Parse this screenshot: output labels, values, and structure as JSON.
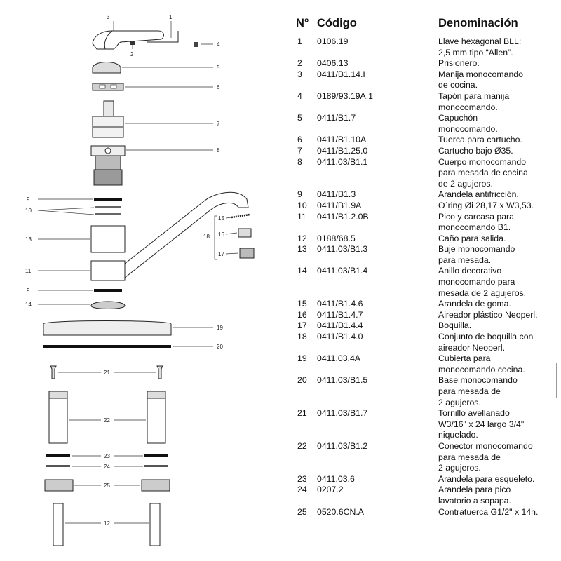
{
  "table": {
    "headers": {
      "no": "N°",
      "code": "Código",
      "name": "Denominación"
    },
    "rows": [
      {
        "no": "1",
        "code": "0106.19",
        "name": "Llave hexagonal BLL:\n2,5 mm tipo “Allen”."
      },
      {
        "no": "2",
        "code": "0406.13",
        "name": "Prisionero."
      },
      {
        "no": "3",
        "code": "0411/B1.14.I",
        "name": "Manija monocomando\nde cocina."
      },
      {
        "no": "4",
        "code": "0189/93.19A.1",
        "name": "Tapón para manija\nmonocomando."
      },
      {
        "no": "5",
        "code": "0411/B1.7",
        "name": "Capuchón\nmonocomando."
      },
      {
        "no": "6",
        "code": "0411/B1.10A",
        "name": "Tuerca para cartucho."
      },
      {
        "no": "7",
        "code": "0411/B1.25.0",
        "name": "Cartucho bajo Ø35."
      },
      {
        "no": "8",
        "code": "0411.03/B1.1",
        "name": "Cuerpo monocomando\npara mesada de cocina\nde 2 agujeros."
      },
      {
        "no": "9",
        "code": "0411/B1.3",
        "name": "Arandela antifricción."
      },
      {
        "no": "10",
        "code": "0411/B1.9A",
        "name": "O´ring Øi 28,17 x W3,53."
      },
      {
        "no": "11",
        "code": "0411/B1.2.0B",
        "name": "Pico y carcasa para\nmonocomando B1."
      },
      {
        "no": "12",
        "code": "0188/68.5",
        "name": "Caño para salida."
      },
      {
        "no": "13",
        "code": "0411.03/B1.3",
        "name": "Buje monocomando\npara mesada."
      },
      {
        "no": "14",
        "code": "0411.03/B1.4",
        "name": "Anillo decorativo\nmonocomando para\nmesada de 2 agujeros."
      },
      {
        "no": "15",
        "code": "0411/B1.4.6",
        "name": "Arandela de goma."
      },
      {
        "no": "16",
        "code": "0411/B1.4.7",
        "name": "Aireador plástico Neoperl."
      },
      {
        "no": "17",
        "code": "0411/B1.4.4",
        "name": "Boquilla."
      },
      {
        "no": "18",
        "code": "0411/B1.4.0",
        "name": "Conjunto de boquilla con\naireador Neoperl."
      },
      {
        "no": "19",
        "code": "0411.03.4A",
        "name": "Cubierta para\nmonocomando cocina."
      },
      {
        "no": "20",
        "code": "0411.03/B1.5",
        "name": "Base monocomando\npara mesada de\n2 agujeros."
      },
      {
        "no": "21",
        "code": "0411.03/B1.7",
        "name": "Tornillo avellanado\nW3/16\" x 24 largo 3/4\"\nniquelado."
      },
      {
        "no": "22",
        "code": "0411.03/B1.2",
        "name": "Conector monocomando\npara mesada de\n2 agujeros."
      },
      {
        "no": "23",
        "code": "0411.03.6",
        "name": "Arandela para esqueleto."
      },
      {
        "no": "24",
        "code": "0207.2",
        "name": "Arandela para pico\nlavatorio a sopapa."
      },
      {
        "no": "25",
        "code": "0520.6CN.A",
        "name": "Contratuerca G1/2\" x 14h."
      }
    ]
  },
  "diagram": {
    "callouts": [
      "1",
      "2",
      "3",
      "4",
      "5",
      "6",
      "7",
      "8",
      "9",
      "10",
      "11",
      "9",
      "12",
      "13",
      "14",
      "15",
      "16",
      "17",
      "18",
      "19",
      "20",
      "21",
      "22",
      "23",
      "24",
      "25"
    ],
    "labels": {
      "c1": "1",
      "c2": "2",
      "c3": "3",
      "c4": "4",
      "c5": "5",
      "c6": "6",
      "c7": "7",
      "c8": "8",
      "c9a": "9",
      "c10": "10",
      "c13": "13",
      "c11": "11",
      "c9b": "9",
      "c14": "14",
      "c15": "15",
      "c16": "16",
      "c17": "17",
      "c18": "18",
      "c19": "19",
      "c20": "20",
      "c21": "21",
      "c22": "22",
      "c23": "23",
      "c24": "24",
      "c25": "25",
      "c12": "12"
    }
  }
}
